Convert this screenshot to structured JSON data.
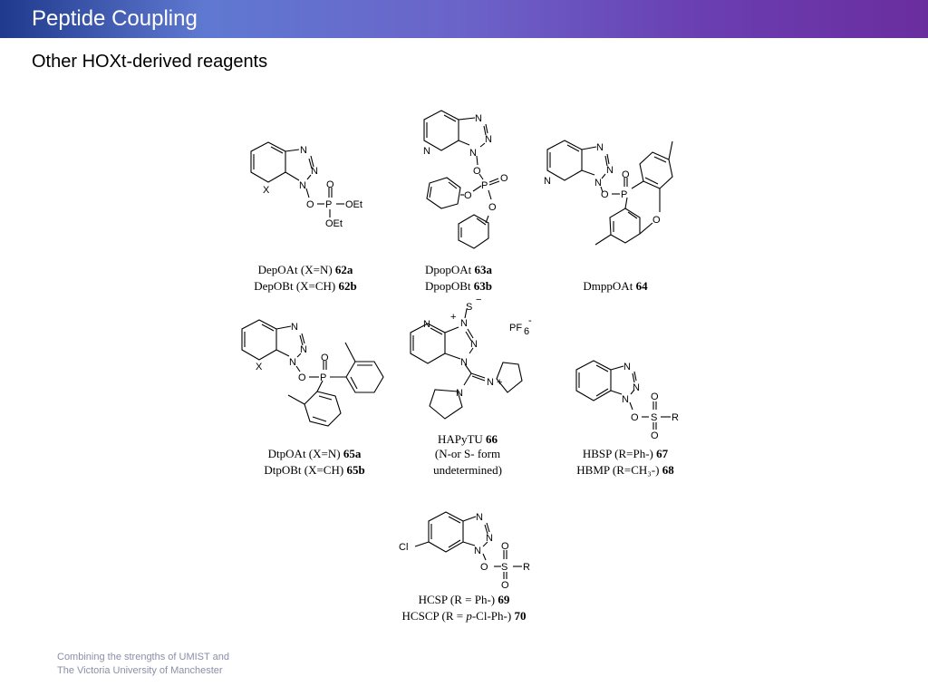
{
  "header": {
    "title": "Peptide Coupling"
  },
  "subtitle": "Other HOXt-derived reagents",
  "footer": {
    "line1": "Combining the strengths of UMIST and",
    "line2": "The Victoria University of Manchester"
  },
  "compounds": [
    {
      "name_line1": "DepOAt (X=N) ",
      "id1": "62a",
      "name_line2": "DepOBt (X=CH) ",
      "id2": "62b"
    },
    {
      "name_line1": "DpopOAt  ",
      "id1": "63a",
      "name_line2": "DpopOBt  ",
      "id2": "63b"
    },
    {
      "name_line1": "DmppOAt ",
      "id1": "64"
    },
    {
      "name_line1": "DtpOAt (X=N) ",
      "id1": "65a",
      "name_line2": "DtpOBt (X=CH) ",
      "id2": "65b"
    },
    {
      "name_line1": "HAPyTU ",
      "id1": "66",
      "name_line2": "(N-or S- form",
      "name_line3": "undetermined)"
    },
    {
      "name_line1": "HBSP (R=Ph-) ",
      "id1": "67",
      "name_line2": "HBMP (R=CH₃-) ",
      "id2": "68"
    },
    {
      "name_line1": "HCSP (R = Ph-) ",
      "id1": "69",
      "name_line2_a": "HCSCP (R = ",
      "name_line2_i": "p",
      "name_line2_b": "-Cl-Ph-) ",
      "id2": "70"
    }
  ],
  "atoms": {
    "N": "N",
    "O": "O",
    "P": "P",
    "S": "S",
    "X": "X",
    "R": "R",
    "Cl": "Cl",
    "OEt": "OEt",
    "plus": "+",
    "minus": "−",
    "pf6": "PF",
    "pf6_sub": "6",
    "pf6_sup": "-"
  }
}
